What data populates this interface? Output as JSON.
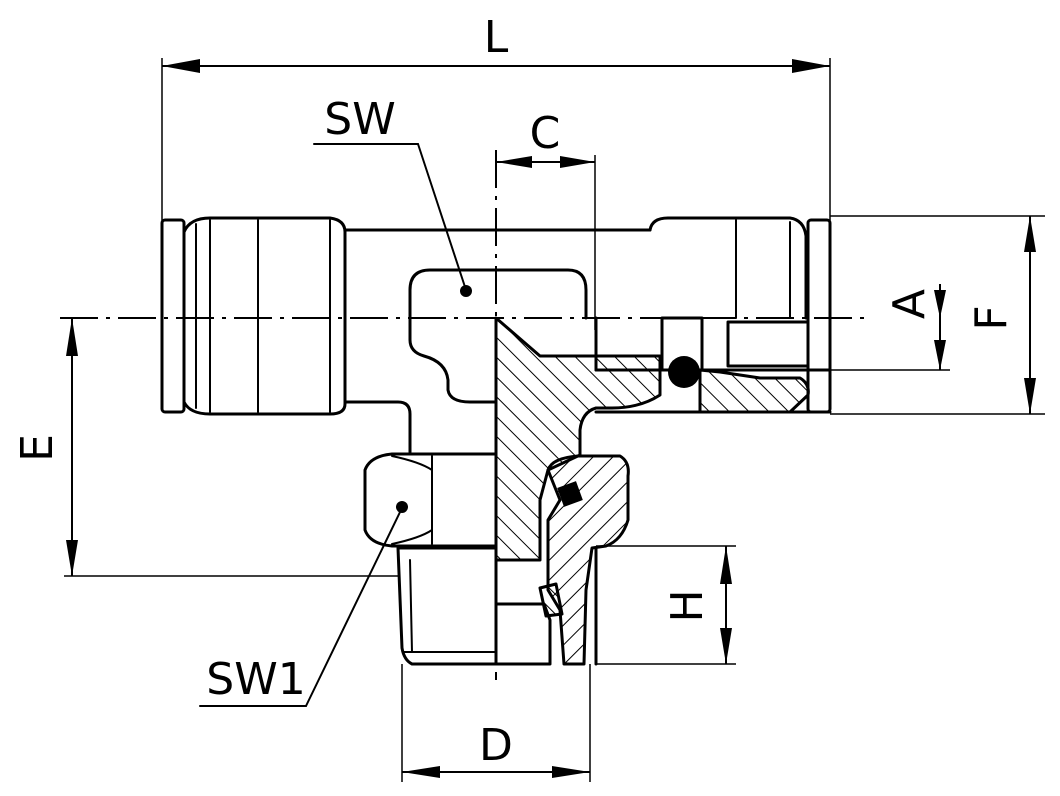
{
  "diagram": {
    "labels": {
      "L": "L",
      "SW": "SW",
      "C": "C",
      "A": "A",
      "F": "F",
      "E": "E",
      "SW1": "SW1",
      "H": "H",
      "D": "D"
    }
  }
}
